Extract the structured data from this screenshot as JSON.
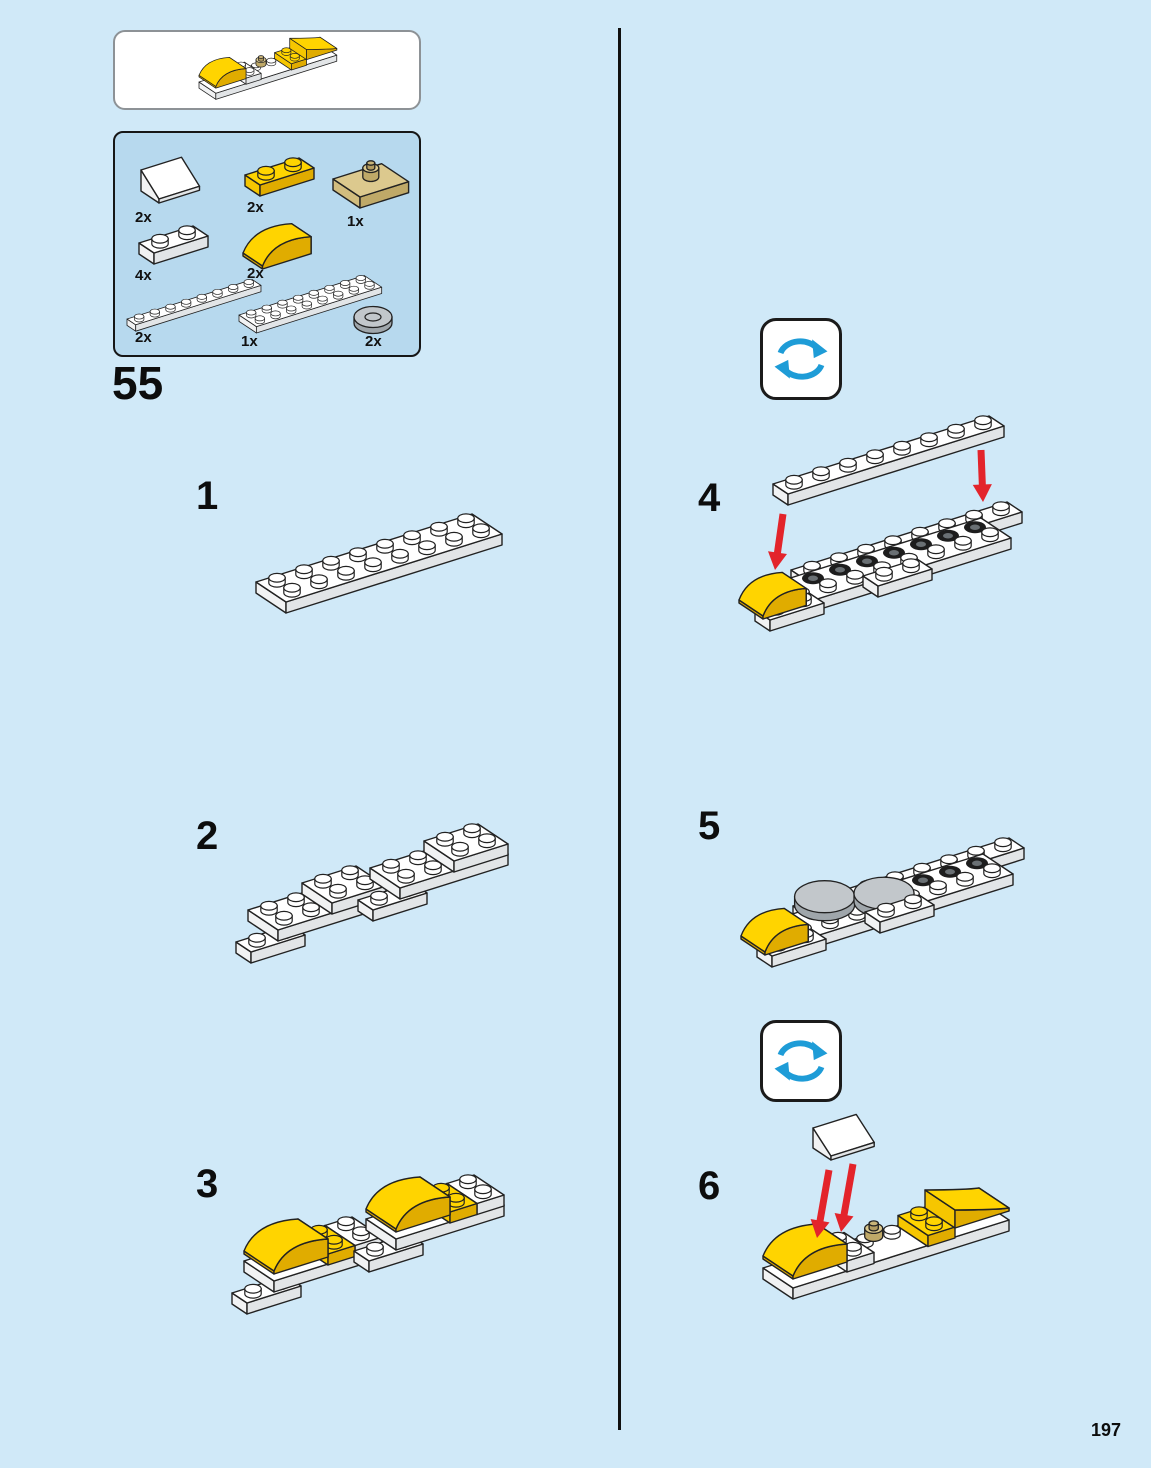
{
  "page": {
    "number": "197",
    "step": "55"
  },
  "colors": {
    "background": "#d0e9f8",
    "parts_box": "#b7d9ee",
    "accent_blue": "#1e9cd7",
    "arrow_red": "#e3242b",
    "lego_yellow": "#ffd400",
    "lego_tan": "#dcc98e",
    "lego_gray": "#c2c7cb"
  },
  "parts": [
    {
      "count": "2x",
      "part": "white-slope-1x2"
    },
    {
      "count": "2x",
      "part": "yellow-plate-1x2"
    },
    {
      "count": "1x",
      "part": "tan-plate-with-pin"
    },
    {
      "count": "4x",
      "part": "white-plate-1x2"
    },
    {
      "count": "2x",
      "part": "yellow-curved-slope-1x2"
    },
    {
      "count": "2x",
      "part": "white-plate-1x8"
    },
    {
      "count": "1x",
      "part": "white-plate-2x8"
    },
    {
      "count": "2x",
      "part": "gray-round-plate-2x2"
    }
  ],
  "steps": [
    {
      "label": "1"
    },
    {
      "label": "2"
    },
    {
      "label": "3"
    },
    {
      "label": "4",
      "rotate_hint": true
    },
    {
      "label": "5"
    },
    {
      "label": "6",
      "rotate_hint": true
    }
  ],
  "icons": {
    "rotate": "rotate-arrows-icon"
  }
}
